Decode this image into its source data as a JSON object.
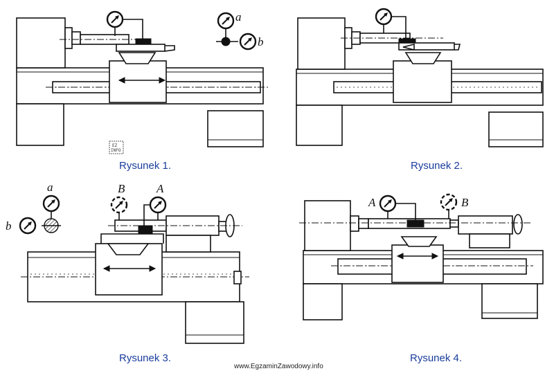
{
  "figures": [
    {
      "caption": "Rysunek 1.",
      "labels": {
        "a": "a",
        "b": "b"
      }
    },
    {
      "caption": "Rysunek 2."
    },
    {
      "caption": "Rysunek 3.",
      "labels": {
        "a": "a",
        "b": "b",
        "A": "A",
        "B": "B"
      }
    },
    {
      "caption": "Rysunek 4.",
      "labels": {
        "A": "A",
        "B": "B"
      }
    }
  ],
  "footer": {
    "website": "www.EgzaminZawodowy.info"
  },
  "stamp": {
    "line1": "EZ",
    "line2": "INFO"
  }
}
